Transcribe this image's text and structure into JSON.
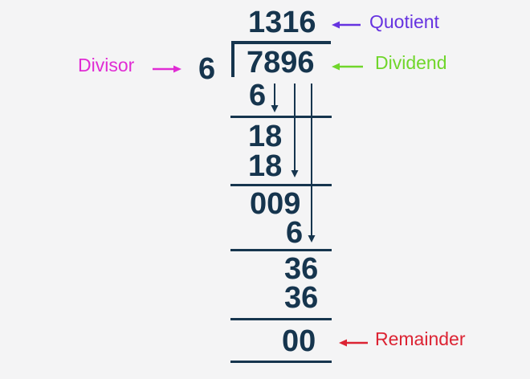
{
  "colors": {
    "navy": "#16354e",
    "purple": "#6633e0",
    "green": "#70d62b",
    "magenta": "#e02cd4",
    "red": "#dc2333",
    "background": "#f4f4f5"
  },
  "division": {
    "quotient": "1316",
    "divisor": "6",
    "dividend": "7896"
  },
  "work": {
    "row1": "6",
    "row2": "18",
    "row3": "18",
    "row4": "009",
    "row5": "6",
    "row6": "36",
    "row7": "36",
    "remainder": "00"
  },
  "labels": {
    "quotient": "Quotient",
    "dividend": "Dividend",
    "divisor": "Divisor",
    "remainder": "Remainder"
  }
}
